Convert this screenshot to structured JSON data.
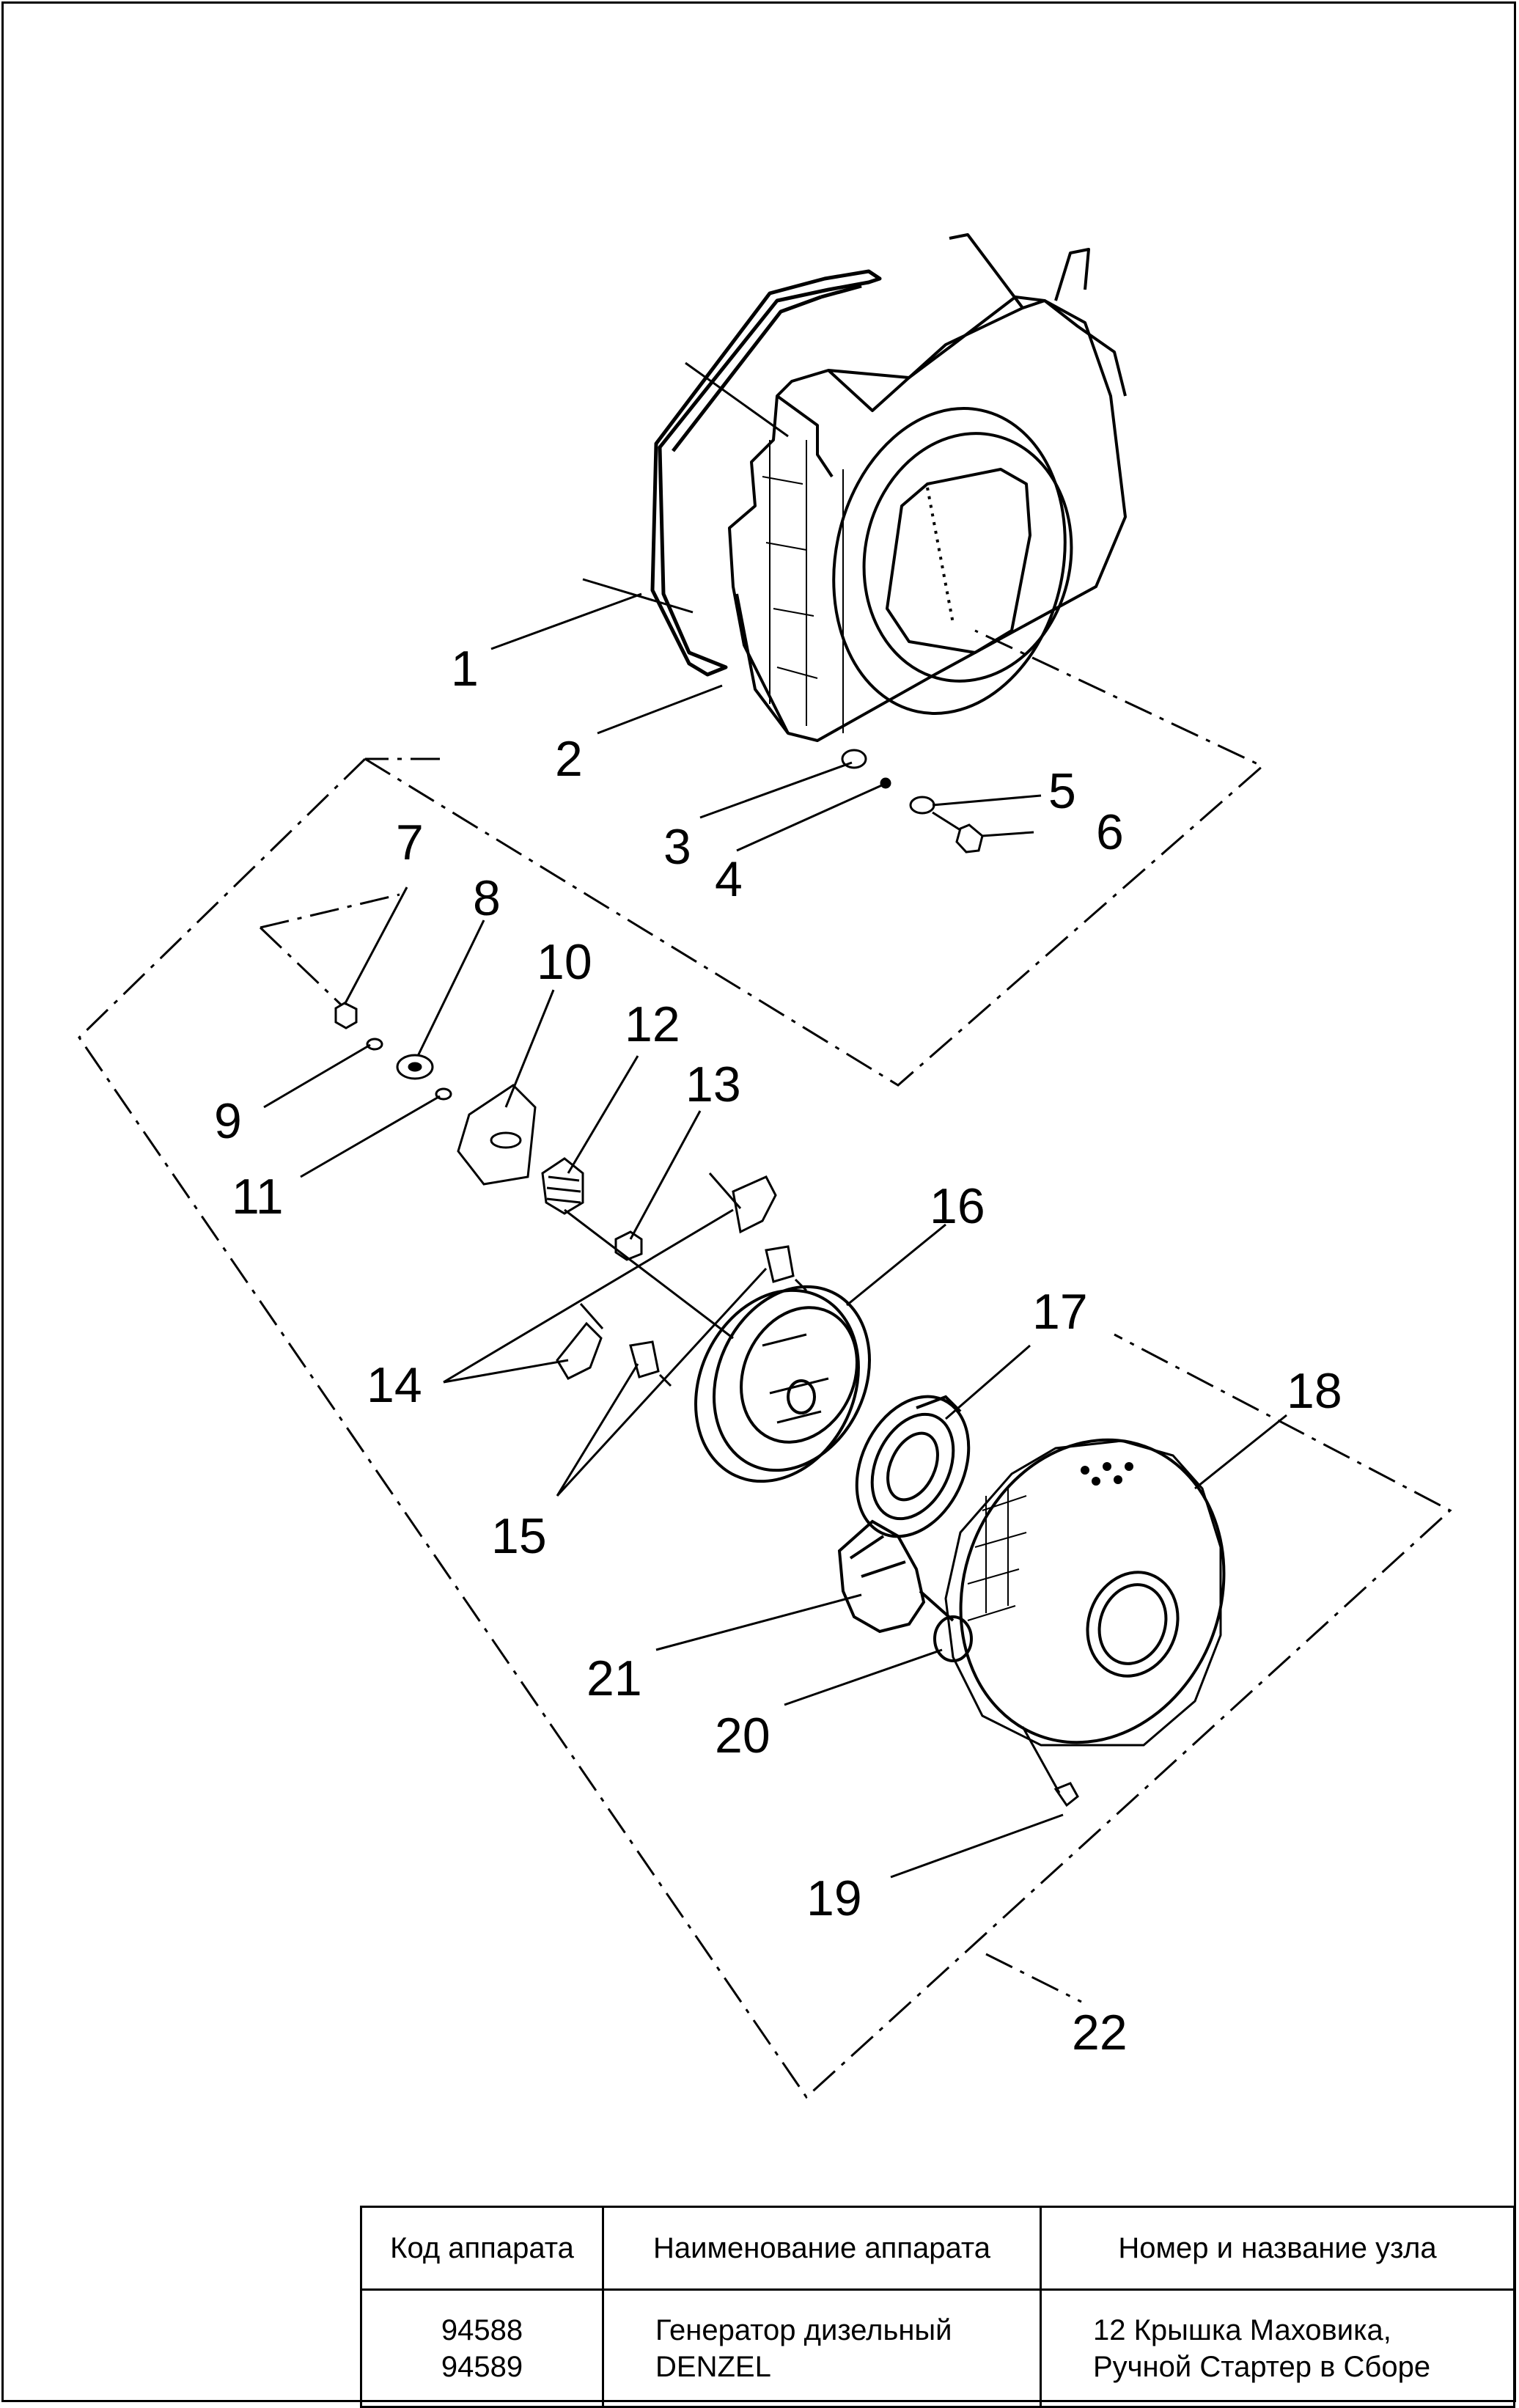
{
  "diagram": {
    "callouts": [
      "1",
      "2",
      "3",
      "4",
      "5",
      "6",
      "7",
      "8",
      "9",
      "10",
      "11",
      "12",
      "13",
      "14",
      "15",
      "16",
      "17",
      "18",
      "19",
      "20",
      "21",
      "22"
    ]
  },
  "table": {
    "headers": {
      "code": "Код аппарата",
      "name": "Наименование аппарата",
      "node": "Номер и название узла"
    },
    "row": {
      "code_lines": [
        "94588",
        "94589"
      ],
      "name_lines": [
        "Генератор дизельный",
        "DENZEL"
      ],
      "node_lines": [
        "12 Крышка Маховика,",
        "Ручной Стартер в Сборе"
      ]
    }
  }
}
